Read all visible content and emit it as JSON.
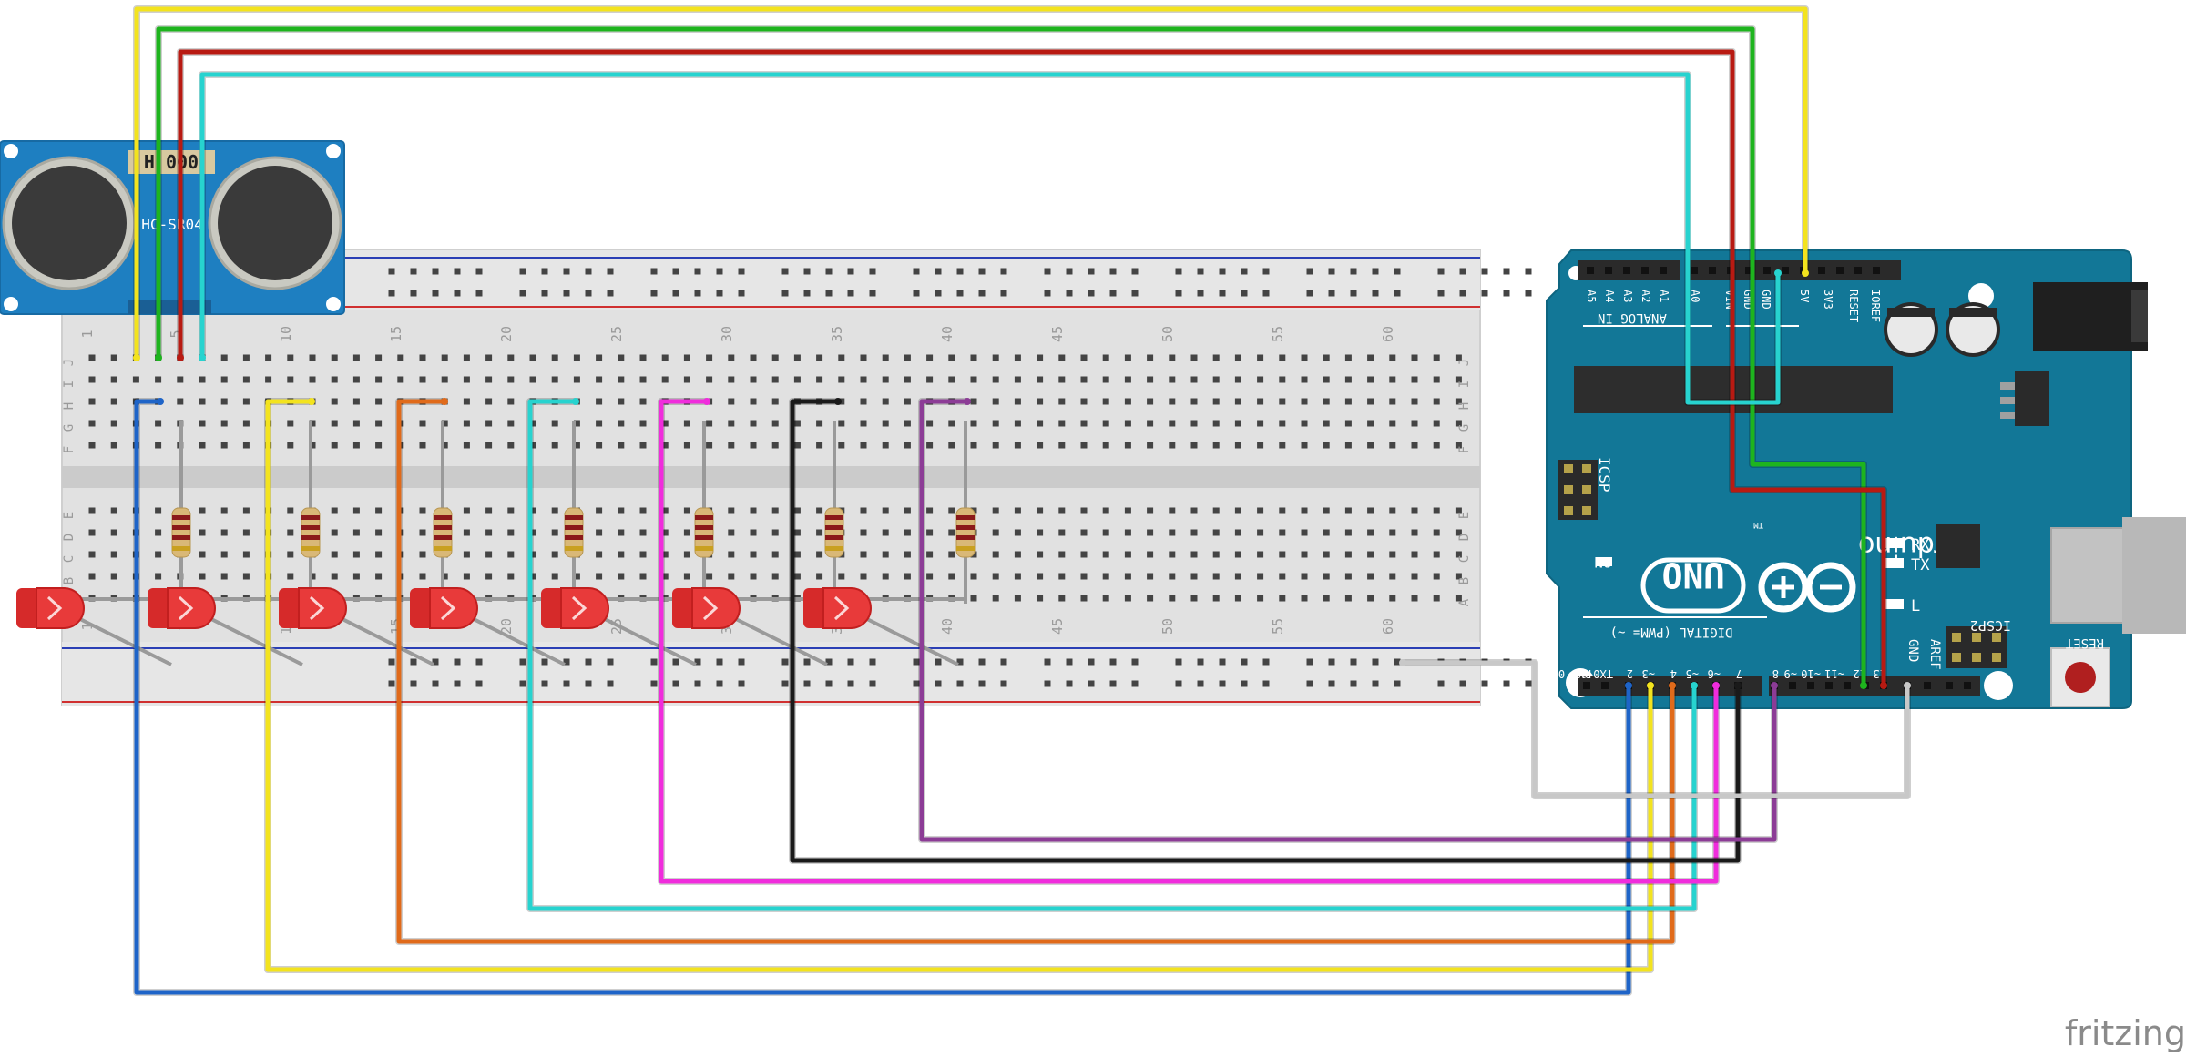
{
  "sensor": {
    "label_top": "H  000",
    "label_model": "HC-SR04"
  },
  "breadboard": {
    "column_numbers": [
      "1",
      "5",
      "10",
      "15",
      "20",
      "25",
      "30",
      "35",
      "40",
      "45",
      "50",
      "55",
      "60"
    ],
    "row_letters_upper": [
      "J",
      "I",
      "H",
      "G",
      "F"
    ],
    "row_letters_lower": [
      "E",
      "D",
      "C",
      "B",
      "A"
    ]
  },
  "arduino": {
    "logo_text": "UNO",
    "brand_text": "Arduino",
    "tm": "TM",
    "on_label": "ON",
    "rx_label": "RX",
    "tx_label": "TX",
    "l_label": "L",
    "icsp_label": "ICSP",
    "icsp2_label": "ICSP2",
    "reset_label": "RESET",
    "analog_in_label": "ANALOG IN",
    "digital_label": "DIGITAL (PWM= ~)",
    "aref_label": "AREF",
    "gnd_label": "GND",
    "top_header_labels": [
      "A5",
      "A4",
      "A3",
      "A2",
      "A1",
      "A0",
      "VIN",
      "GND",
      "GND",
      "5V",
      "3V3",
      "RESET",
      "IOREF"
    ],
    "bottom_header_labels": [
      "RX0 0",
      "TX0 1",
      "2",
      "~3",
      "4",
      "~5",
      "~6",
      "7",
      "8",
      "~9",
      "~10",
      "~11",
      "12",
      "13"
    ]
  },
  "watermark": "fritzing",
  "colors": {
    "board_blue": "#127797",
    "sensor_blue": "#1e7fc1",
    "breadboard": "#e0e0e0",
    "wire_yellow": "#f3e31e",
    "wire_green": "#1eb41e",
    "wire_red": "#b81a12",
    "wire_cyan": "#27d3cf",
    "wire_blue": "#1e64c8",
    "wire_orange": "#e06a1a",
    "wire_magenta": "#f02cdc",
    "wire_black": "#1a1a1a",
    "wire_purple": "#8c3c96",
    "wire_gray": "#c8c8c8",
    "led_red": "#e83a3a"
  }
}
